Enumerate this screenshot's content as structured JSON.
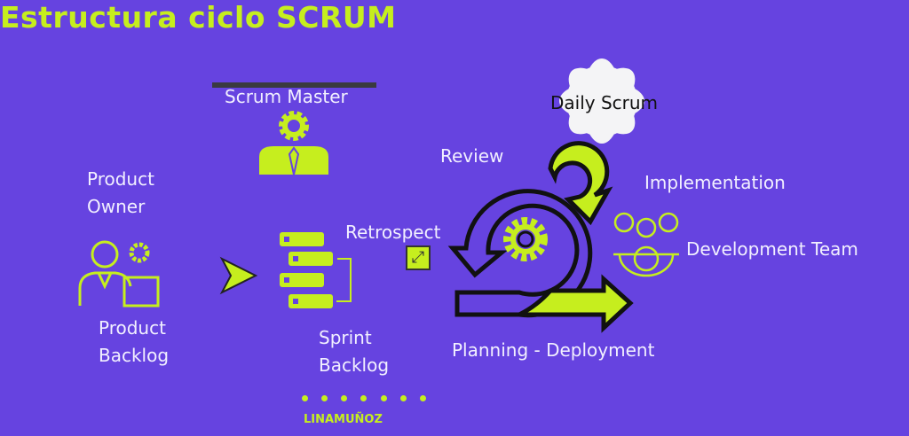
{
  "title": "Estructura ciclo SCRUM",
  "roles": {
    "scrum_master": "Scrum Master",
    "product_owner": [
      "Product",
      "Owner"
    ],
    "development_team": "Development Team"
  },
  "artifacts": {
    "product_backlog": [
      "Product",
      "Backlog"
    ],
    "sprint_backlog": [
      "Sprint",
      "Backlog"
    ]
  },
  "events": {
    "daily_scrum": "Daily Scrum",
    "review": "Review",
    "retrospect": "Retrospect",
    "implementation": "Implementation",
    "planning": "Planning - Deployment"
  },
  "author": "LINAMUÑOZ",
  "colors": {
    "background": "#6643e0",
    "accent": "#c6ee1e"
  }
}
